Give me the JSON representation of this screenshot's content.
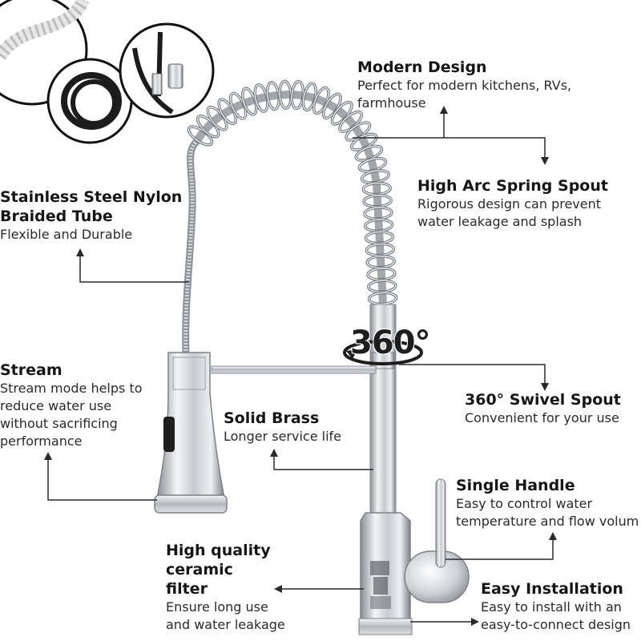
{
  "features": {
    "modern_design": {
      "title": "Modern Design",
      "desc": "Perfect for modern kitchens, RVs, farmhouse"
    },
    "spring_spout": {
      "title": "High Arc Spring Spout",
      "desc": "Rigorous design can prevent water leakage and splash"
    },
    "braided_tube": {
      "title": "Stainless Steel Nylon Braided Tube",
      "desc": "Flexible and Durable"
    },
    "stream": {
      "title": "Stream",
      "desc": "Stream mode helps to reduce water use without sacrificing performance"
    },
    "solid_brass": {
      "title": "Solid Brass",
      "desc": "Longer service life"
    },
    "swivel_spout": {
      "title": "360° Swivel Spout",
      "desc": "Convenient for your use"
    },
    "single_handle": {
      "title": "Single Handle",
      "desc": "Easy to control water temperature and flow volum"
    },
    "ceramic_filter": {
      "title": "High quality ceramic filter",
      "desc": "Ensure long use and water leakage"
    },
    "easy_installation": {
      "title": "Easy Installation",
      "desc": "Easy to install with an easy-to-connect design"
    }
  },
  "swivel_badge": "360°",
  "colors": {
    "text": "#161616",
    "chrome_light": "#f2f3f5",
    "chrome_mid": "#b9bcc1",
    "chrome_dark": "#6e7278",
    "hose": "#1c1c1c"
  }
}
